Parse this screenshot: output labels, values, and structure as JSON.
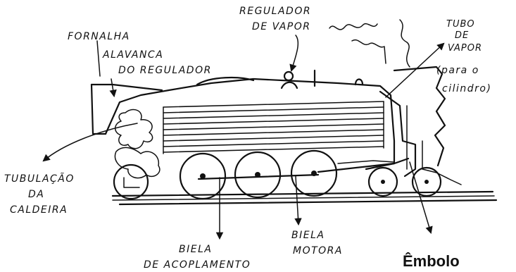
{
  "labels": {
    "fornalha": "FORNALHA",
    "alavanca_l1": "ALAVANCA",
    "alavanca_l2": "DO REGULADOR",
    "regulador_l1": "REGULADOR",
    "regulador_l2": "DE VAPOR",
    "tubo_l1": "TUBO",
    "tubo_l2": "DE",
    "tubo_l3": "VAPOR",
    "tubo_l4": "(para o",
    "tubo_l5": "cilindro)",
    "tubulacao_l1": "TUBULAÇÃO",
    "tubulacao_l2": "DA",
    "tubulacao_l3": "CALDEIRA",
    "biela_acop_l1": "BIELA",
    "biela_acop_l2": "DE ACOPLAMENTO",
    "biela_motora_l1": "BIELA",
    "biela_motora_l2": "MOTORA",
    "embolo": "Êmbolo"
  }
}
